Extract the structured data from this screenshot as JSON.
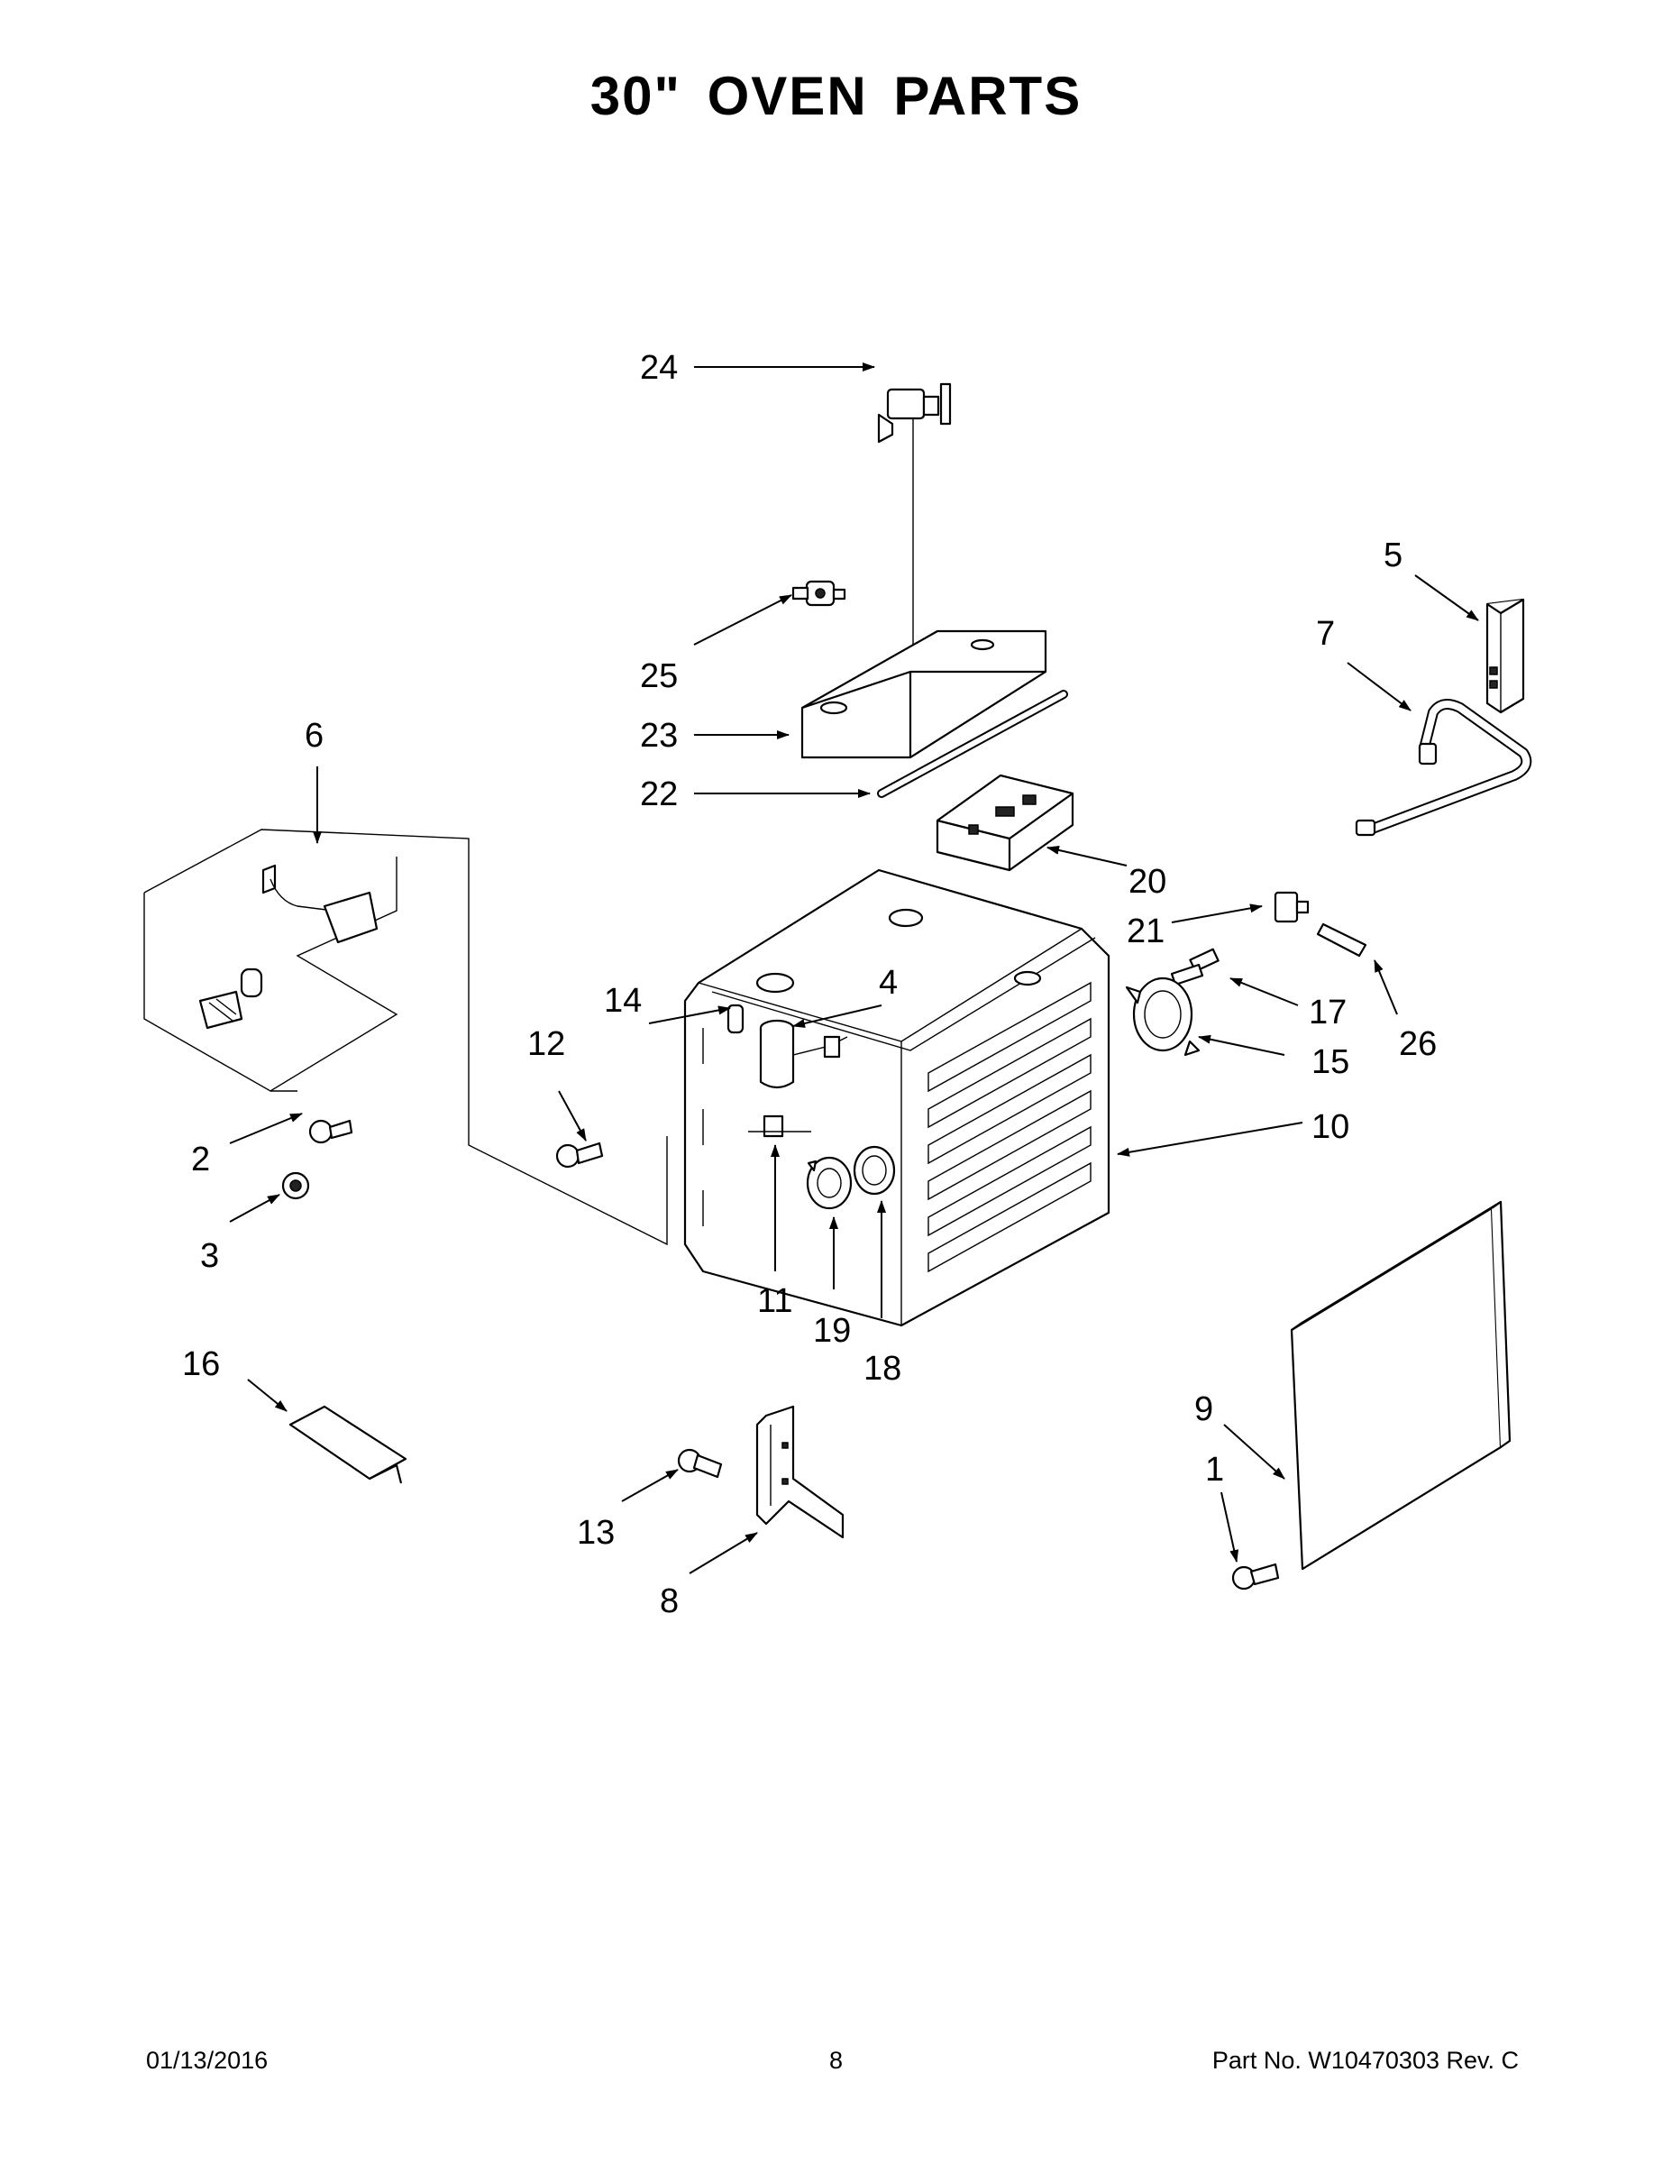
{
  "page": {
    "title": "30\" OVEN PARTS",
    "footer": {
      "date": "01/13/2016",
      "page_number": "8",
      "part_number": "Part No.  W10470303  Rev.  C"
    }
  },
  "callouts": [
    {
      "id": "c1",
      "label": "1"
    },
    {
      "id": "c2",
      "label": "2"
    },
    {
      "id": "c3",
      "label": "3"
    },
    {
      "id": "c4",
      "label": "4"
    },
    {
      "id": "c5",
      "label": "5"
    },
    {
      "id": "c6",
      "label": "6"
    },
    {
      "id": "c7",
      "label": "7"
    },
    {
      "id": "c8",
      "label": "8"
    },
    {
      "id": "c9",
      "label": "9"
    },
    {
      "id": "c10",
      "label": "10"
    },
    {
      "id": "c11",
      "label": "11"
    },
    {
      "id": "c12",
      "label": "12"
    },
    {
      "id": "c13",
      "label": "13"
    },
    {
      "id": "c14",
      "label": "14"
    },
    {
      "id": "c15",
      "label": "15"
    },
    {
      "id": "c16",
      "label": "16"
    },
    {
      "id": "c17",
      "label": "17"
    },
    {
      "id": "c18",
      "label": "18"
    },
    {
      "id": "c19",
      "label": "19"
    },
    {
      "id": "c20",
      "label": "20"
    },
    {
      "id": "c21",
      "label": "21"
    },
    {
      "id": "c22",
      "label": "22"
    },
    {
      "id": "c23",
      "label": "23"
    },
    {
      "id": "c24",
      "label": "24"
    },
    {
      "id": "c25",
      "label": "25"
    },
    {
      "id": "c26",
      "label": "26"
    }
  ]
}
